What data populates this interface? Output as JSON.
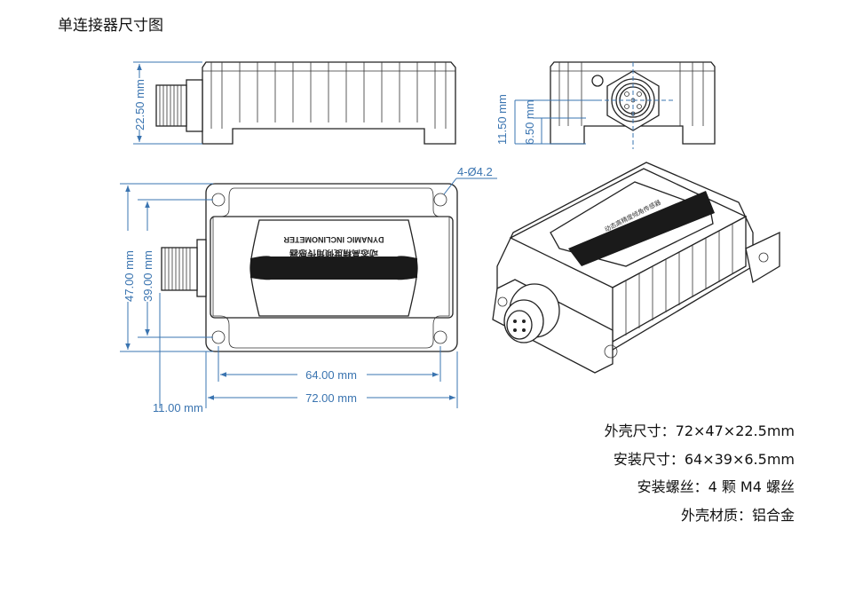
{
  "title": "单连接器尺寸图",
  "dimensions": {
    "side_height": "22.50 mm",
    "front_center_height": "11.50 mm",
    "front_mount_height": "6.50 mm",
    "holes": "4-Ø4.2",
    "width": "47.00 mm",
    "hole_spacing_y": "39.00 mm",
    "hole_spacing_x": "64.00 mm",
    "length": "72.00 mm",
    "connector_length": "11.00 mm"
  },
  "label": {
    "line1": "动态高精度倾角传感器",
    "line2": "DYNAMIC INCLINOMETER"
  },
  "specs": [
    "外壳尺寸：72×47×22.5mm",
    "安装尺寸：64×39×6.5mm",
    "安装螺丝：4 颗 M4 螺丝",
    "外壳材质：铝合金"
  ],
  "colors": {
    "dimension": "#3a74b0",
    "outline": "#222222"
  }
}
